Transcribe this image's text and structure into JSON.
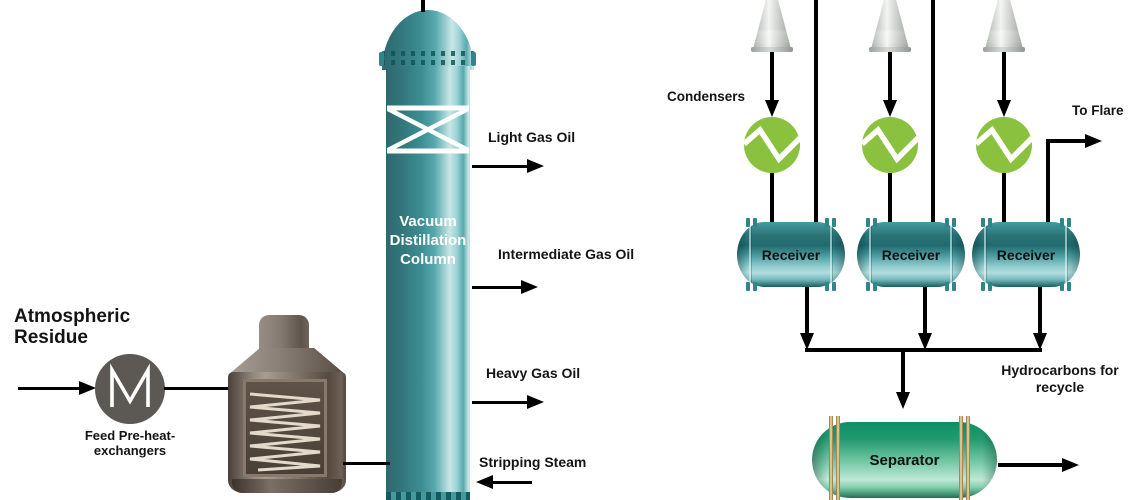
{
  "feed_section": {
    "atmospheric_residue_label": "Atmospheric\nResidue",
    "preheat_exchanger_label": "Feed Pre-heat-\nexchangers"
  },
  "column": {
    "label": "Vacuum\nDistillation\nColumn",
    "streams": {
      "light_gas_oil": "Light Gas Oil",
      "intermediate_gas_oil": "Intermediate Gas Oil",
      "heavy_gas_oil": "Heavy Gas Oil",
      "stripping_steam": "Stripping Steam"
    }
  },
  "overhead": {
    "condensers_label": "Condensers",
    "to_flare_label": "To Flare",
    "receivers": [
      {
        "label": "Receiver"
      },
      {
        "label": "Receiver"
      },
      {
        "label": "Receiver"
      }
    ]
  },
  "bottoms": {
    "separator_label": "Separator",
    "hydrocarbons_label": "Hydrocarbons for\nrecycle"
  },
  "icons": {
    "exchanger": "m-motor-icon",
    "condenser": "zigzag-condenser-icon",
    "packing": "x-packing-icon",
    "ejector": "steam-ejector-icon",
    "furnace_coil": "heater-coil-icon"
  },
  "colors": {
    "column_teal": "#3c8e92",
    "condenser_green": "#8ac23f",
    "separator_green": "#1d9a71",
    "band_tan": "#cdb085",
    "furnace_taupe": "#7e7268",
    "exchanger_gray": "#5c5955",
    "line": "#000000"
  }
}
